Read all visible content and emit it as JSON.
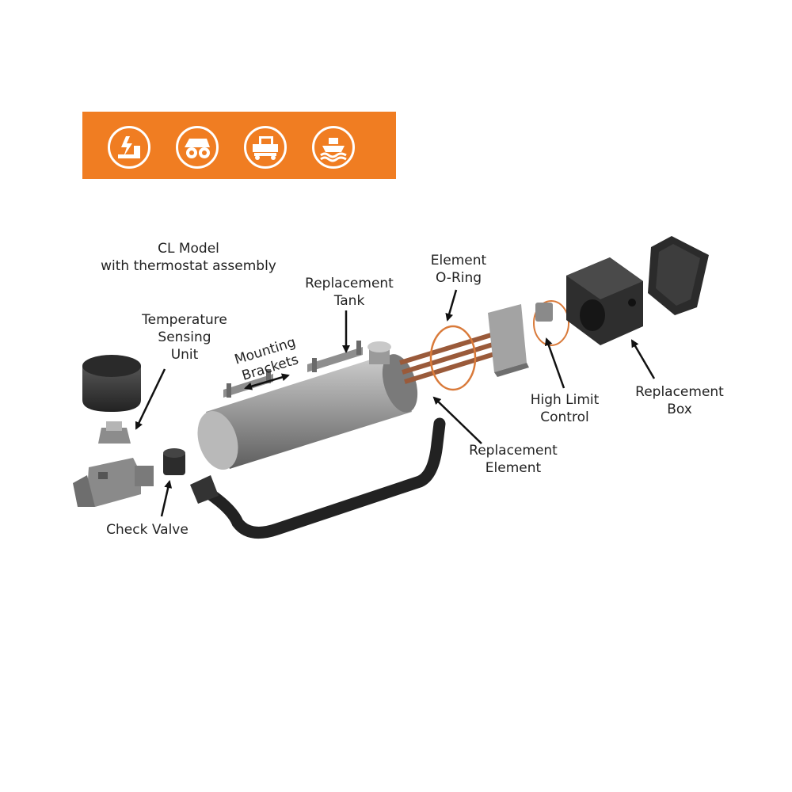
{
  "title": {
    "line1": "CL Model",
    "line2": "with thermostat assembly"
  },
  "industry_icons": [
    "generator-icon",
    "mining-truck-icon",
    "semi-truck-icon",
    "boat-icon"
  ],
  "colors": {
    "banner": "#f07d22",
    "oring": "#d97a3a",
    "element_rods": "#9a5a3a",
    "metal": "#9a9a9a",
    "dark_part": "#3a3a3a"
  },
  "labels": {
    "temp_sensing": [
      "Temperature",
      "Sensing",
      "Unit"
    ],
    "mounting_brackets": [
      "Mounting",
      "Brackets"
    ],
    "replacement_tank": [
      "Replacement",
      "Tank"
    ],
    "element_oring": [
      "Element",
      "O-Ring"
    ],
    "high_limit": [
      "High Limit",
      "Control"
    ],
    "replacement_box": [
      "Replacement",
      "Box"
    ],
    "replacement_element": [
      "Replacement",
      "Element"
    ],
    "check_valve": "Check Valve"
  }
}
